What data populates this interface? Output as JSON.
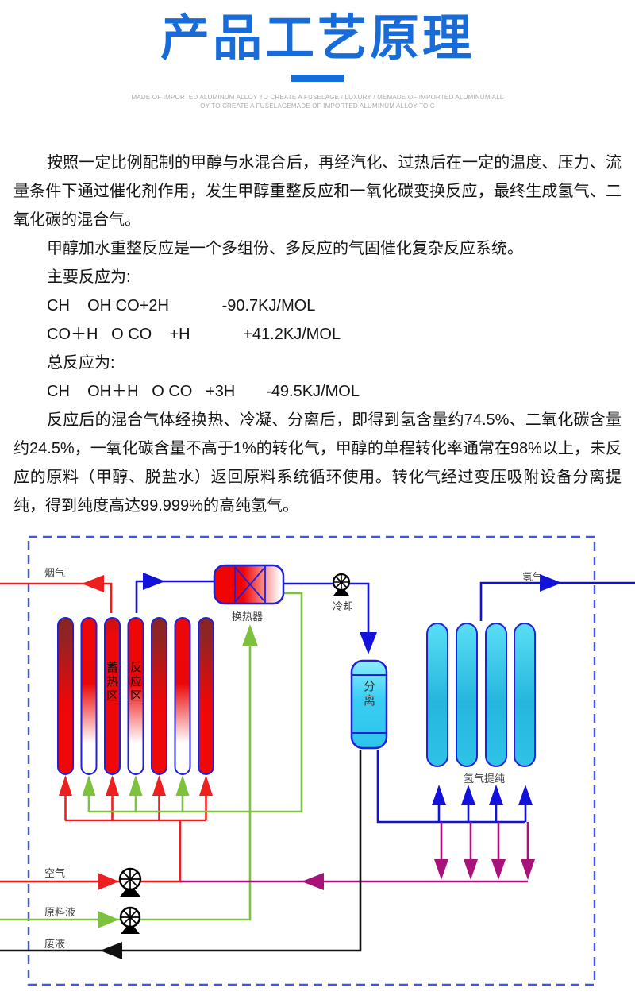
{
  "header": {
    "title": "产品工艺原理",
    "subtitle_line1": "MADE OF IMPORTED ALUMINUM ALLOY TO CREATE A FUSELAGE / LUXURY / MEMADE OF IMPORTED ALUMINUM ALL",
    "subtitle_line2": "OY TO CREATE A FUSELAGEMADE OF IMPORTED ALUMINUM ALLOY TO C",
    "accent_color": "#176cda"
  },
  "content": {
    "p1": "按照一定比例配制的甲醇与水混合后，再经汽化、过热后在一定的温度、压力、流量条件下通过催化剂作用，发生甲醇重整反应和一氧化碳变换反应，最终生成氢气、二氧化碳的混合气。",
    "p2": "甲醇加水重整反应是一个多组份、多反应的气固催化复杂反应系统。",
    "reaction_label": "主要反应为:",
    "eq1": "CH    OH CO+2H            -90.7KJ/MOL",
    "eq2": "CO＋H   O CO    +H            +41.2KJ/MOL",
    "total_label": "总反应为:",
    "eq3": "CH    OH＋H   O CO   +3H       -49.5KJ/MOL",
    "p3": "反应后的混合气体经换热、冷凝、分离后，即得到氢含量约74.5%、二氧化碳含量约24.5%，一氧化碳含量不高于1%的转化气，甲醇的单程转化率通常在98%以上，未反应的原料（甲醇、脱盐水）返回原料系统循环使用。转化气经过变压吸附设备分离提纯，得到纯度高达99.999%的高纯氢气。"
  },
  "diagram": {
    "labels": {
      "flue_gas": "烟气",
      "heat_exchanger": "换热器",
      "cooling": "冷却",
      "hydrogen": "氢气",
      "separation": "分离",
      "h2_purification": "氢气提纯",
      "heat_storage_zone": "蓄热区",
      "reaction_zone": "反应区",
      "air": "空气",
      "feed_liquid": "原料液",
      "waste_liquid": "废液"
    },
    "colors": {
      "line_blue": "#1212dc",
      "line_red": "#ee1f1f",
      "line_green": "#7cc23c",
      "line_purple": "#a8127a",
      "line_black": "#111111",
      "dashed_border": "#4352ec",
      "column_red": "#f00505",
      "column_dark_red": "#8a2323",
      "cyan": "#35c8ea"
    }
  }
}
